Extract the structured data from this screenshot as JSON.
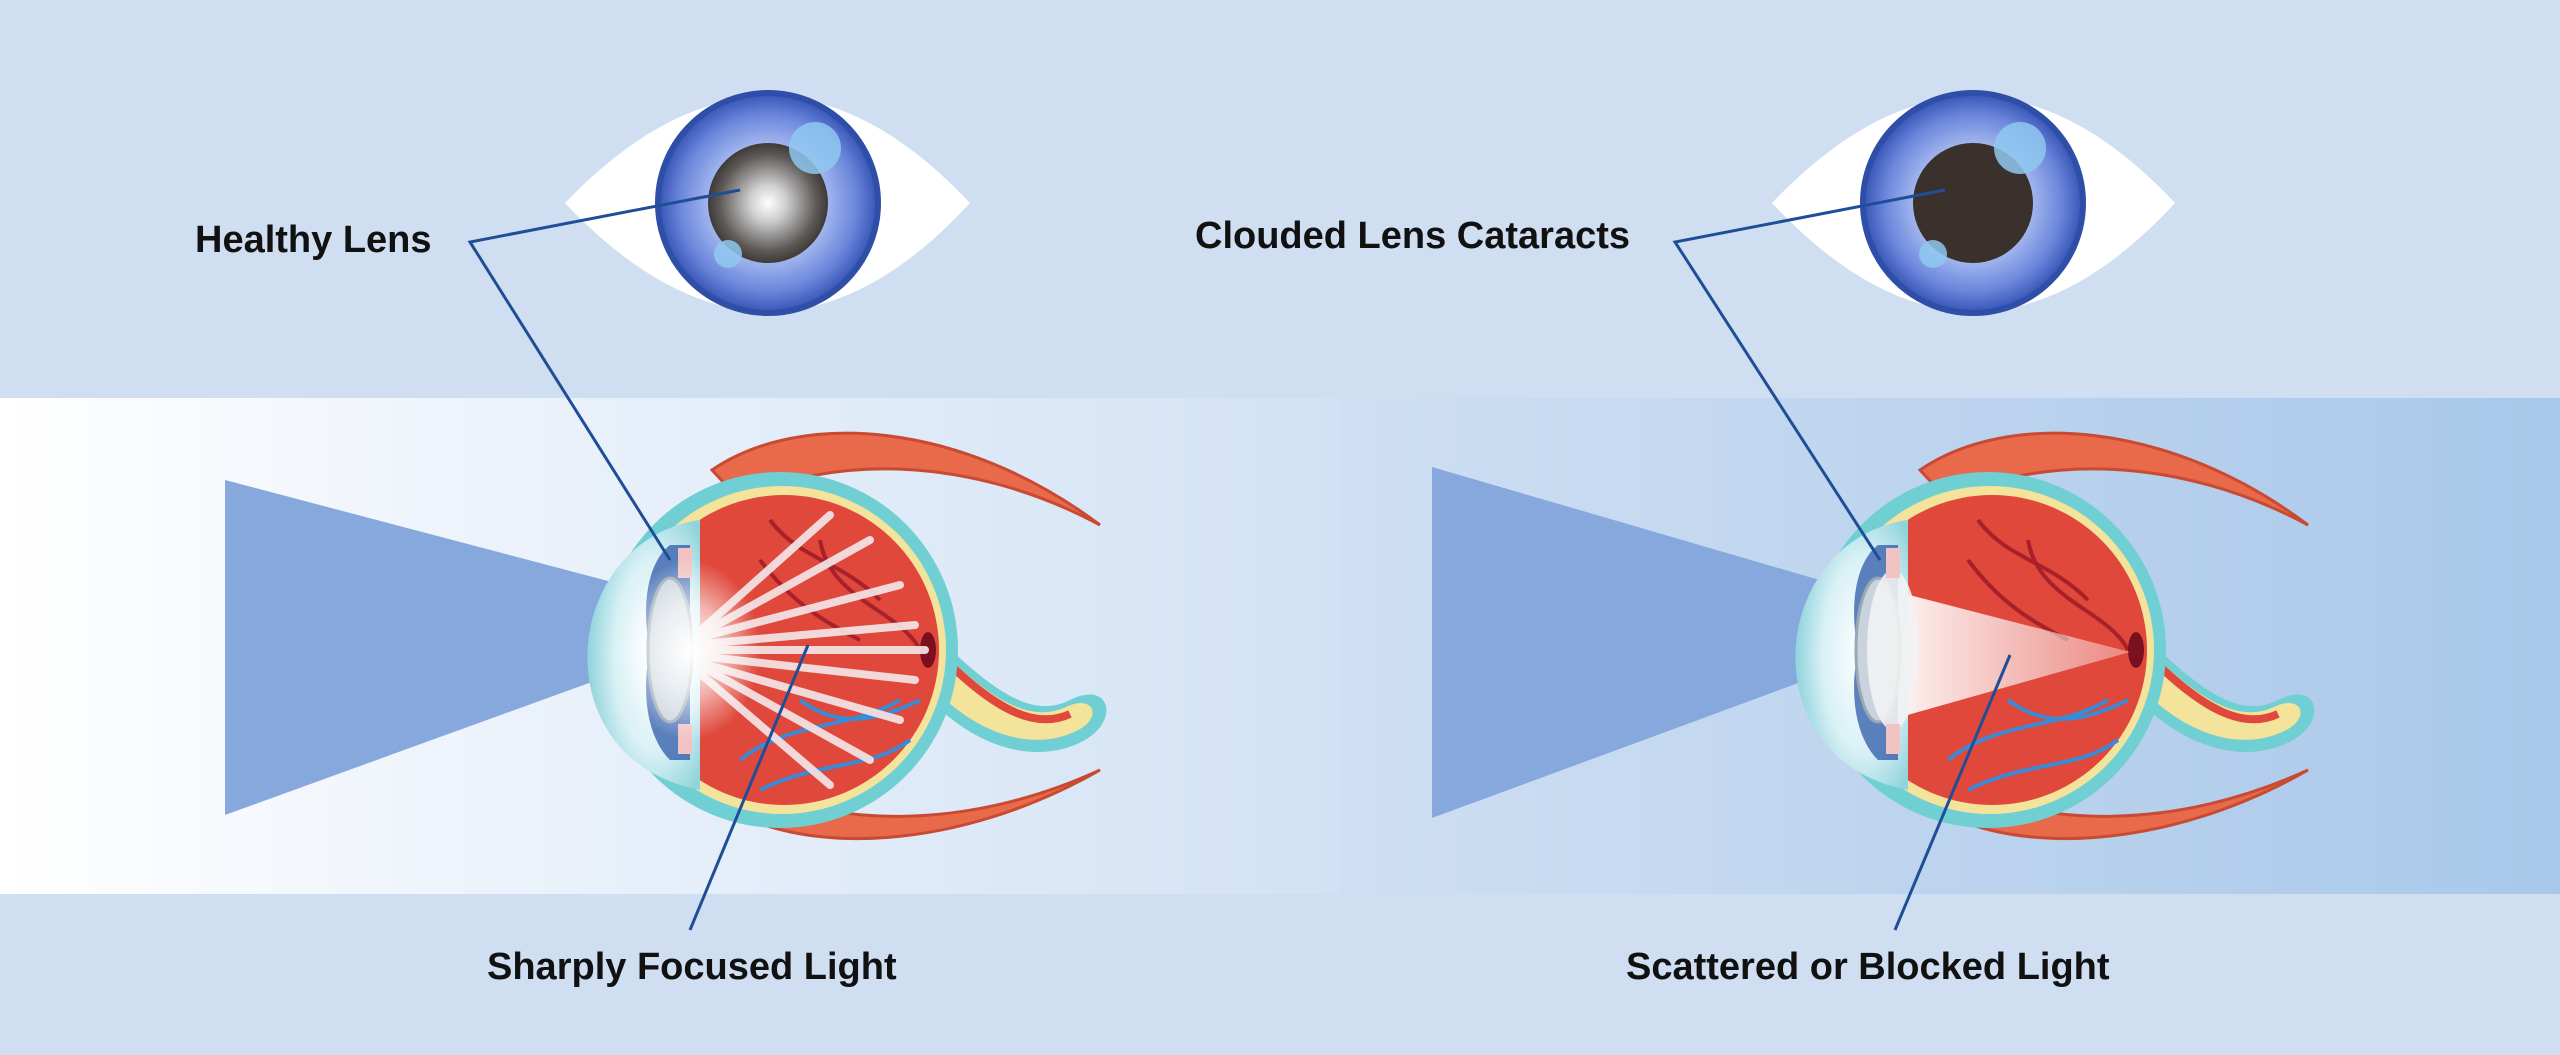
{
  "labels": {
    "healthy_lens": "Healthy Lens",
    "sharply_focused_light": "Sharply Focused Light",
    "clouded_lens": "Clouded Lens Cataracts",
    "scattered_light": "Scattered or Blocked Light"
  },
  "colors": {
    "background": "#cfdef1",
    "light_beam": "#86a8dc",
    "leader_line": "#1f4e96",
    "iris": "#4a6ac8",
    "sclera_red": "#e0483c",
    "muscle": "#e86a4a",
    "choroid_teal": "#6fcfd3"
  }
}
